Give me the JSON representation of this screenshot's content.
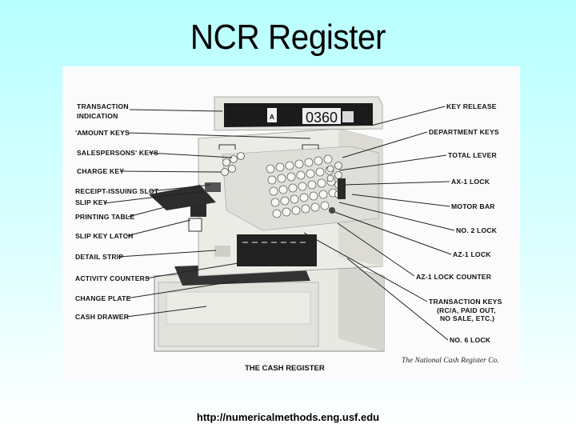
{
  "title": "NCR Register",
  "figure": {
    "display": {
      "department": "A",
      "amount": "0360"
    },
    "labels_left": [
      "TRANSACTION",
      "INDICATION",
      "'AMOUNT KEYS",
      "SALESPERSONS' KEYS",
      "CHARGE KEY",
      "RECEIPT-ISSUING SLOT",
      "SLIP KEY",
      "PRINTING TABLE",
      "SLIP KEY LATCH",
      "DETAIL STRIP",
      "ACTIVITY COUNTERS",
      "CHANGE PLATE",
      "CASH DRAWER"
    ],
    "labels_right": [
      "KEY RELEASE",
      "DEPARTMENT KEYS",
      "TOTAL LEVER",
      "AX-1 LOCK",
      "MOTOR BAR",
      "NO. 2 LOCK",
      "AZ-1 LOCK",
      "AZ-1 LOCK COUNTER",
      "TRANSACTION KEYS",
      "(RC/A, PAID OUT,",
      "NO SALE, ETC.)",
      "NO. 6 LOCK"
    ],
    "caption": "THE CASH REGISTER",
    "credit": "The National Cash Register Co."
  },
  "source_url": "http://numericalmethods.eng.usf.edu"
}
